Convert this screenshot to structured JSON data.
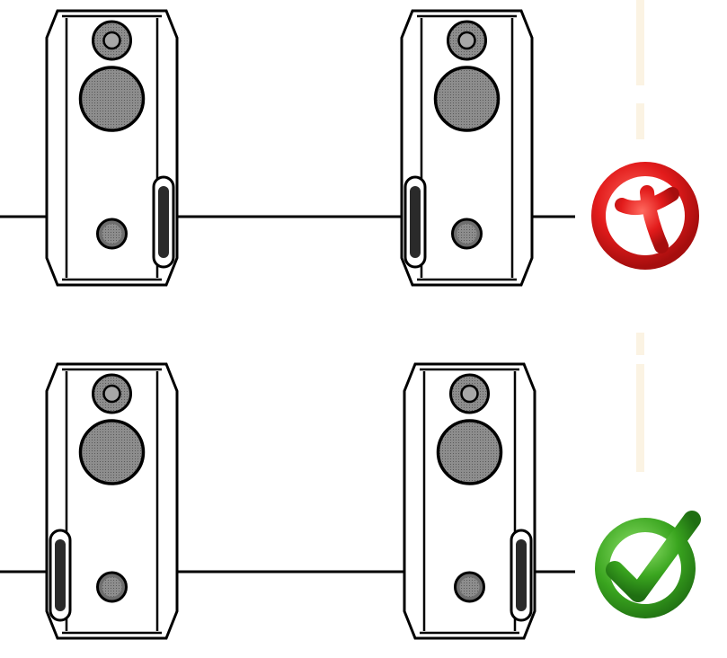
{
  "colors": {
    "background": "#ffffff",
    "outline": "#000000",
    "speaker_body": "#ffffff",
    "driver_grey": "#8a8a8a",
    "port_dark": "#2a2a2a",
    "cross_red": "#e21b1b",
    "check_green": "#3aa51f",
    "faint_artifact": "#fbf3e3"
  },
  "rows": [
    {
      "name": "incorrect-placement",
      "status": "wrong",
      "status_icon": "red-cross-icon",
      "speakers": [
        {
          "name": "left-speaker",
          "rear_port_side": "right"
        },
        {
          "name": "right-speaker",
          "rear_port_side": "left"
        }
      ]
    },
    {
      "name": "correct-placement",
      "status": "correct",
      "status_icon": "green-check-icon",
      "speakers": [
        {
          "name": "left-speaker",
          "rear_port_side": "left"
        },
        {
          "name": "right-speaker",
          "rear_port_side": "right"
        }
      ]
    }
  ]
}
